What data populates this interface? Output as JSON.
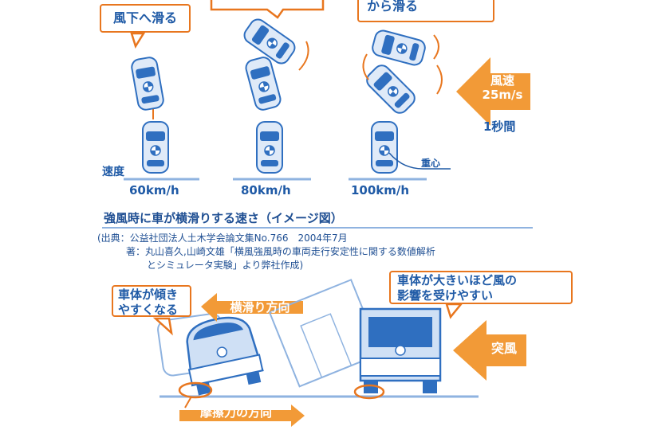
{
  "callouts": {
    "top_left": "風下へ滑る",
    "top_right": "から滑る",
    "tilt": [
      "車体が傾き",
      "やすくなる"
    ],
    "big_body": [
      "車体が大きいほど風の",
      "影響を受けやすい"
    ]
  },
  "wind": {
    "label": "風速",
    "speed": "25m/s",
    "duration": "1秒間"
  },
  "labels": {
    "speed_axis": "速度",
    "center_of_gravity": "重心",
    "speeds": [
      "60km/h",
      "80km/h",
      "100km/h"
    ]
  },
  "title": "強風時に車が横滑りする速さ（イメージ図）",
  "source": {
    "line1": "(出典：公益社団法人土木学会論文集No.766　2004年7月",
    "line2": "著：丸山喜久,山崎文雄「横風強風時の車両走行安定性に関する数値解析",
    "line3": "とシミュレータ実験」より弊社作成)"
  },
  "bottom": {
    "sideslip": "横滑り方向",
    "gust": "突風",
    "friction": "摩擦力の方向"
  },
  "colors": {
    "accent": "#e8761e",
    "car_blue": "#2f6fc0",
    "text_blue": "#1f5aa6",
    "line_blue": "#8fb3e0"
  }
}
